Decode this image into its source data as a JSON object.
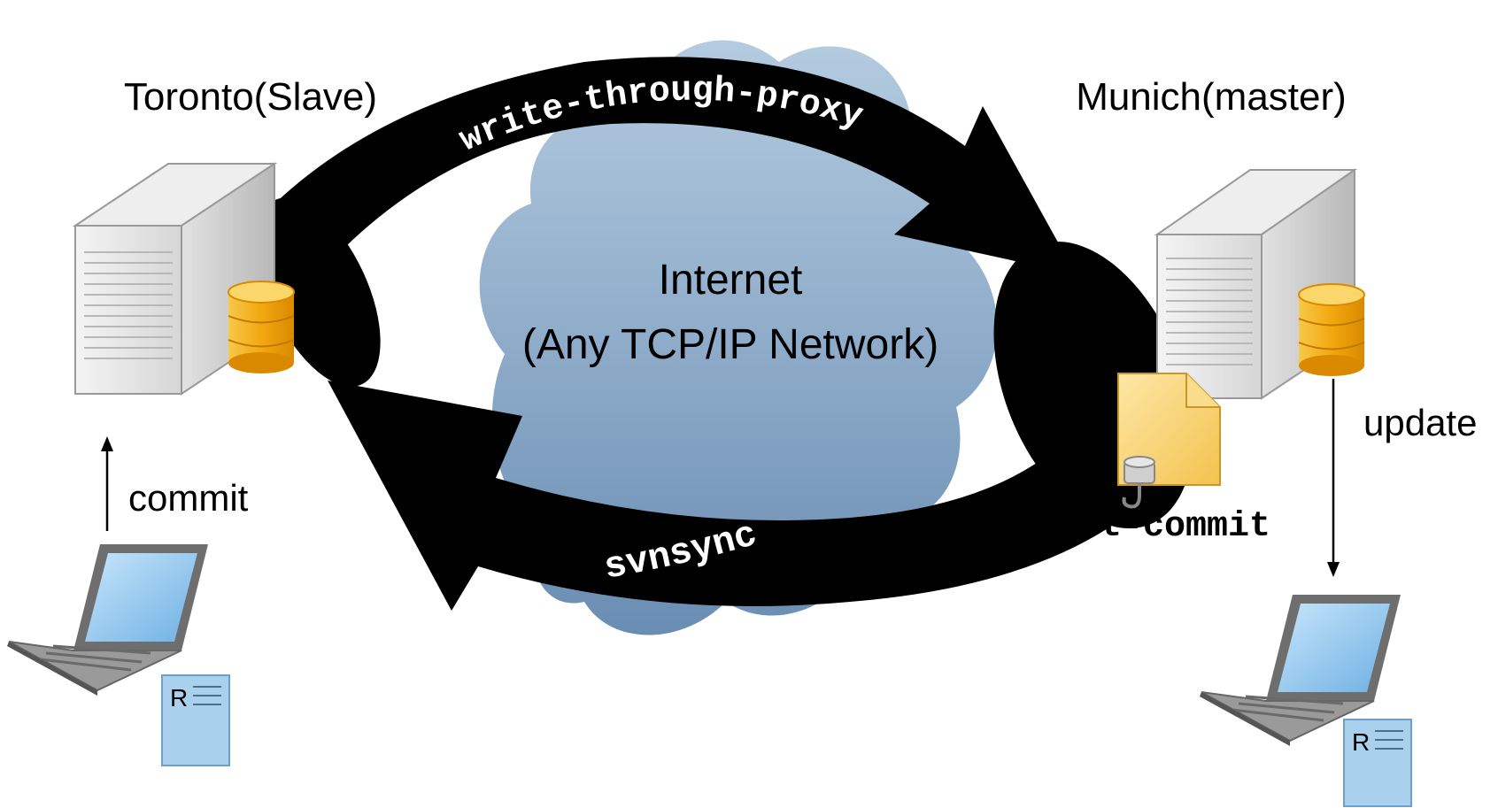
{
  "nodes": {
    "toronto": {
      "label": "Toronto(Slave)"
    },
    "munich": {
      "label": "Munich(master)"
    },
    "internet": {
      "line1": "Internet",
      "line2": "(Any TCP/IP Network)"
    }
  },
  "flows": {
    "write_proxy": "write-through-proxy",
    "svnsync": "svnsync",
    "post_commit": "post-commit",
    "commit": "commit",
    "update": "update"
  },
  "doc_icon_letter": "R",
  "colors": {
    "arrow": "#000000",
    "cloud_top": "#a9c3da",
    "cloud_bottom": "#6d8fb4",
    "server_body": "#dcdcdc",
    "database": "#f3b118",
    "hook_file": "#f8d277",
    "laptop_screen": "#8fc6ee",
    "document": "#a9d0ec"
  }
}
